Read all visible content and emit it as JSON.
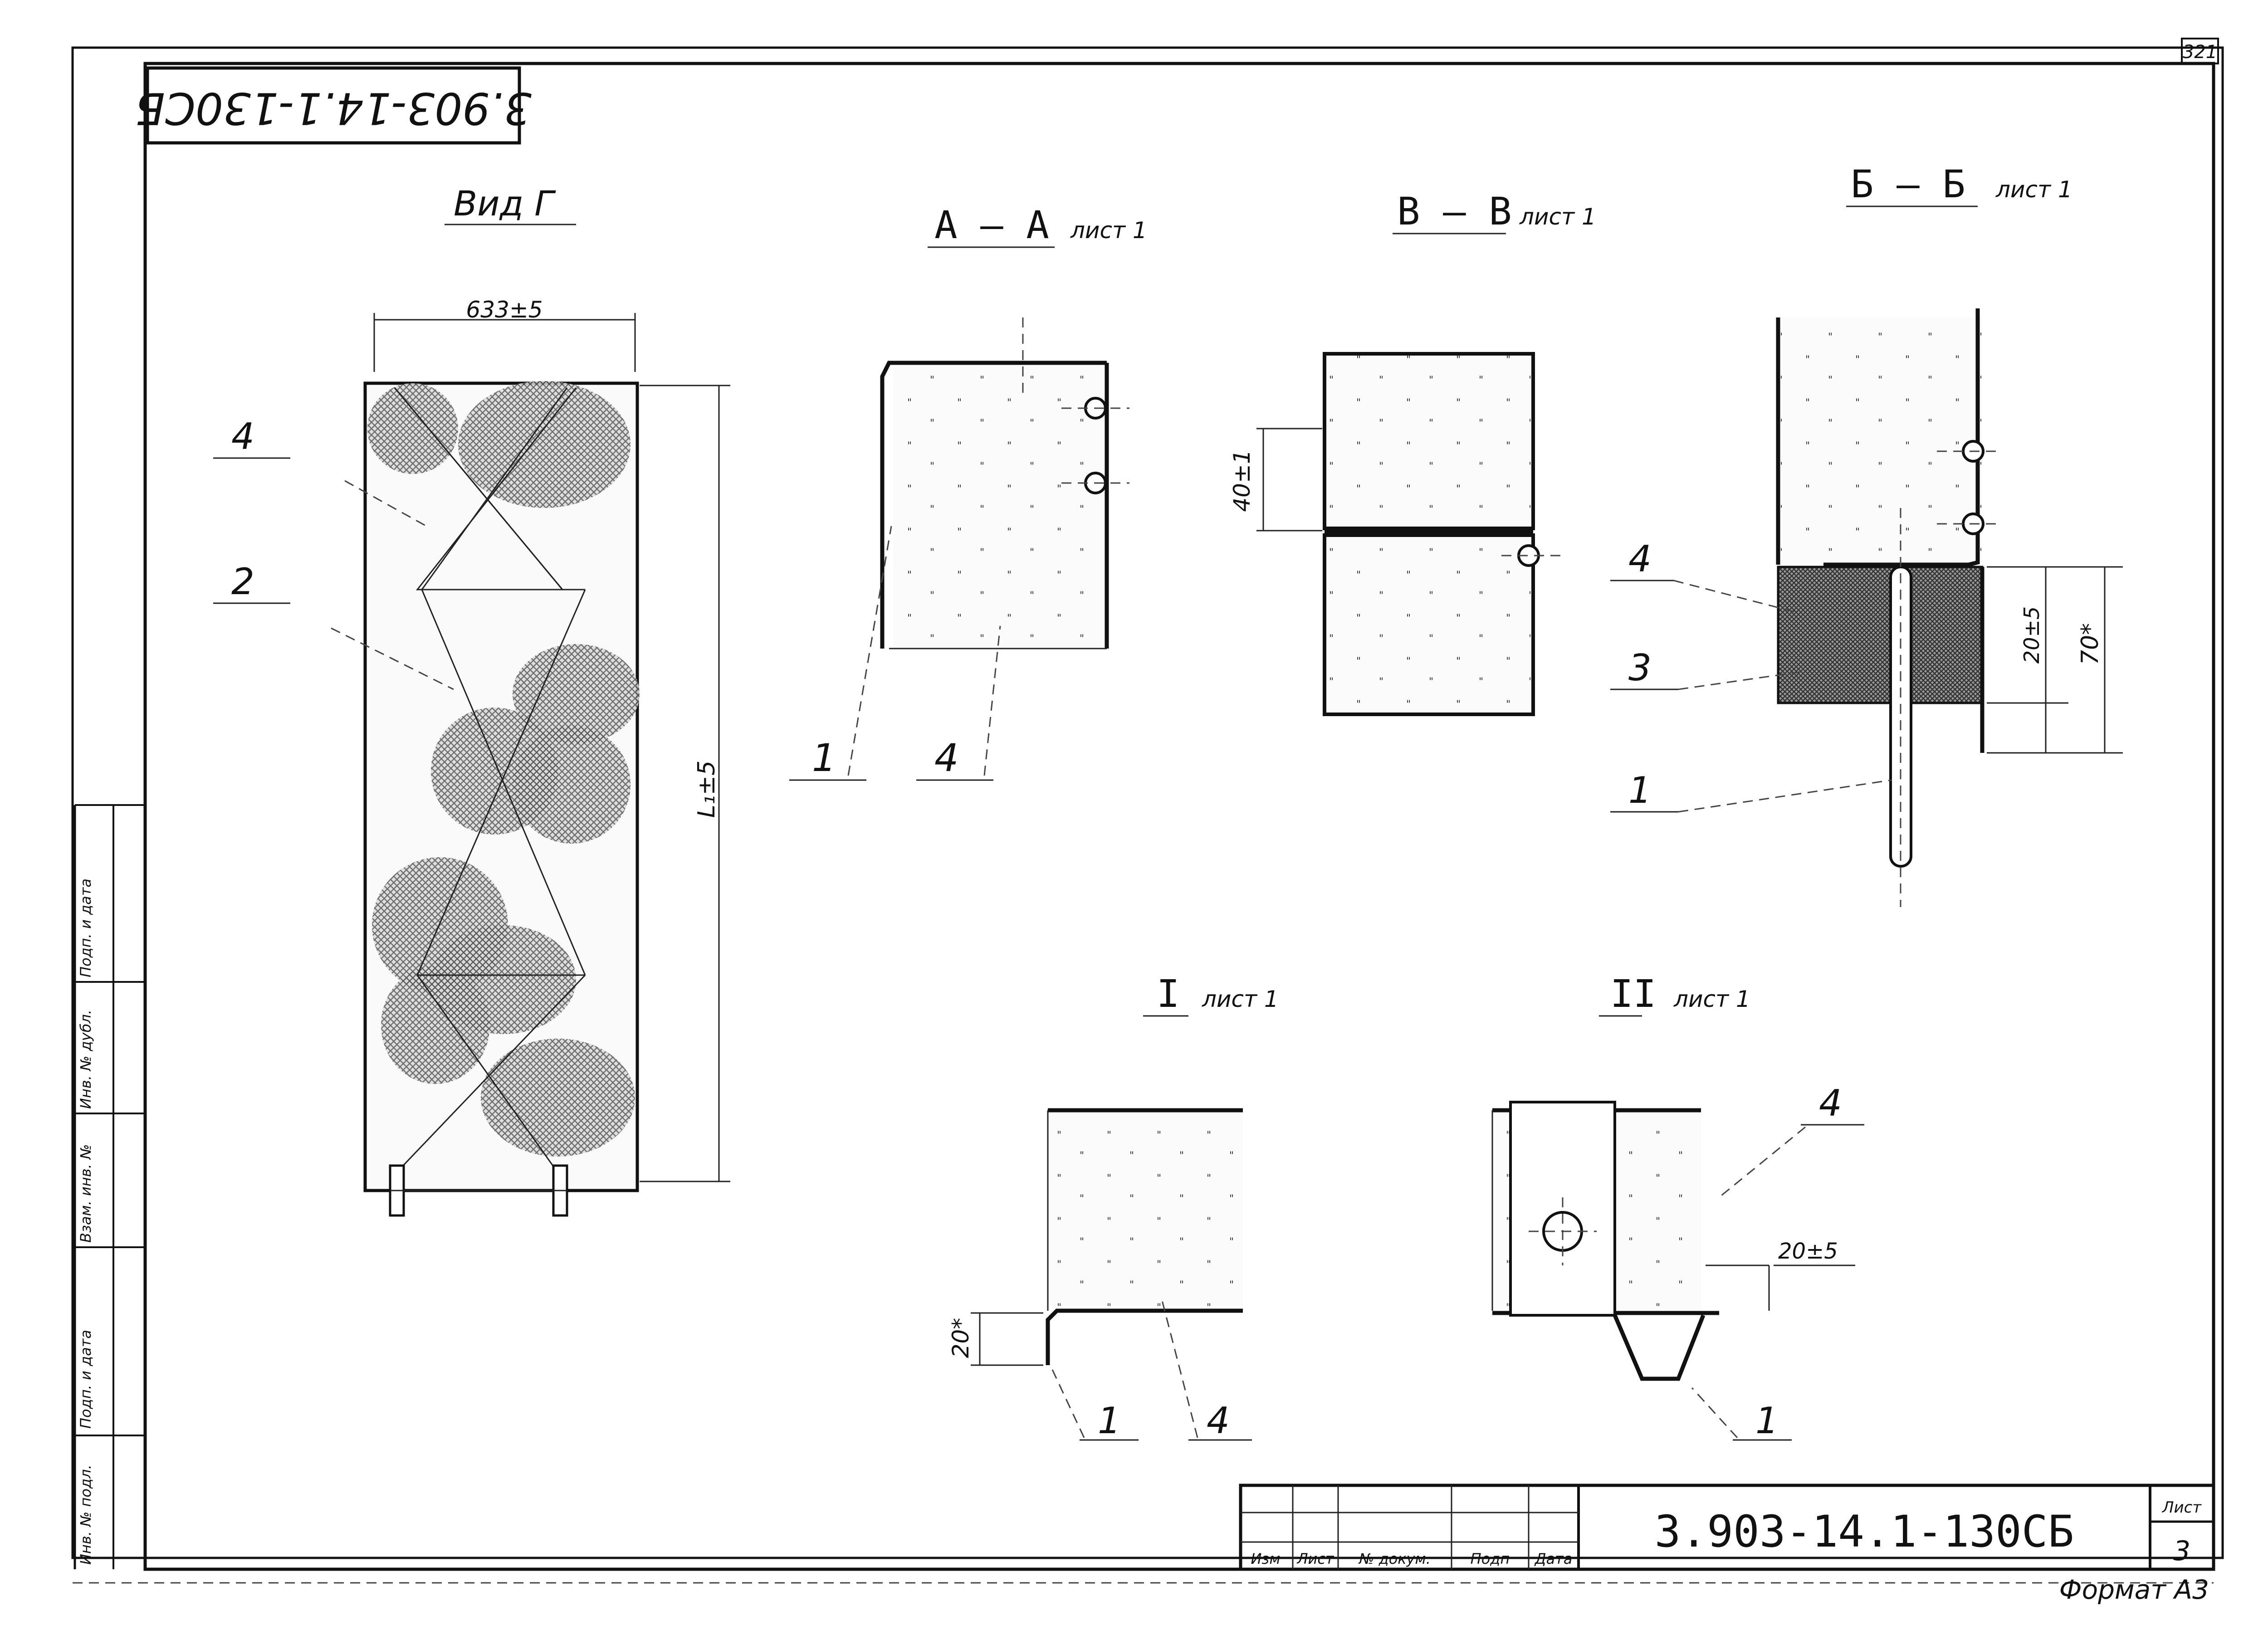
{
  "stamp": {
    "code_rotated": "3.903-14.1-130СБ",
    "corner_sheet": "321"
  },
  "views": {
    "vid_g": {
      "title": "Вид Г",
      "width_dim": "633±5",
      "length_dim": "L₁±5",
      "callouts": [
        "4",
        "2"
      ]
    },
    "aa": {
      "title": "А – А",
      "sheet_ref": "лист 1",
      "callouts": [
        "1",
        "4"
      ]
    },
    "vv": {
      "title": "В – В",
      "sheet_ref": "лист 1",
      "dim": "40±1"
    },
    "bb": {
      "title": "Б – Б",
      "sheet_ref": "лист 1",
      "callouts": [
        "4",
        "3",
        "1"
      ],
      "dim_a": "20±5",
      "dim_b": "70*"
    },
    "n1": {
      "title": "I",
      "sheet_ref": "лист 1",
      "dim": "20*",
      "callouts": [
        "1",
        "4"
      ]
    },
    "n2": {
      "title": "II",
      "sheet_ref": "лист 1",
      "dim": "20±5",
      "callouts": [
        "4",
        "1"
      ]
    }
  },
  "left_strip": [
    "Инв. № подл.",
    "Подп. и дата",
    "Взам. инв. №",
    "Инв. № дубл.",
    "Подп. и дата"
  ],
  "title_block": {
    "headers": [
      "Изм",
      "Лист",
      "№ докум.",
      "Подп",
      "Дата"
    ],
    "doc_code": "3.903-14.1-130СБ",
    "sheet_label": "Лист",
    "sheet_number": "3"
  },
  "format": "Формат А3"
}
